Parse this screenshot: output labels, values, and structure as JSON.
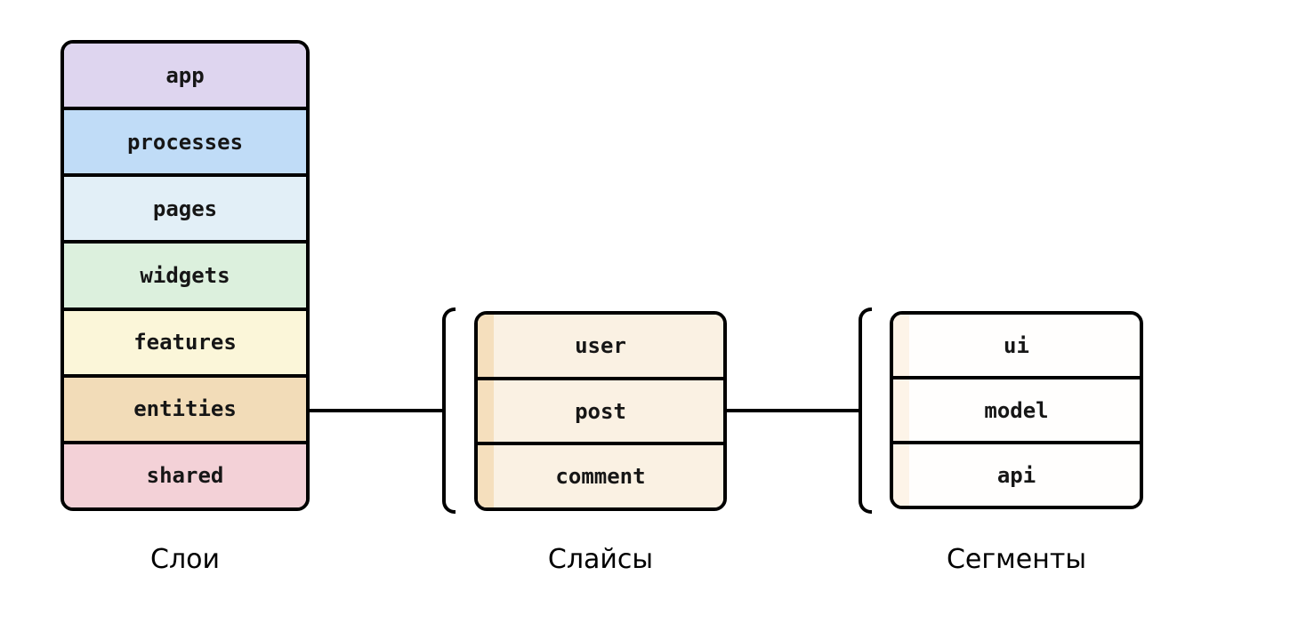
{
  "canvas": {
    "background": "#ffffff",
    "line_color": "#000000",
    "text_color": "#161616"
  },
  "layers": {
    "caption": "Слои",
    "items": [
      {
        "label": "app",
        "color": "#ded5ef"
      },
      {
        "label": "processes",
        "color": "#c0dcf7"
      },
      {
        "label": "pages",
        "color": "#e2eff7"
      },
      {
        "label": "widgets",
        "color": "#dcf0dd"
      },
      {
        "label": "features",
        "color": "#fbf6d9"
      },
      {
        "label": "entities",
        "color": "#f2dcb8"
      },
      {
        "label": "shared",
        "color": "#f3d1d7"
      }
    ]
  },
  "slices": {
    "caption": "Слайсы",
    "cell_color": "#faf1e3",
    "strip_color": "#f5dfbd",
    "items": [
      {
        "label": "user"
      },
      {
        "label": "post"
      },
      {
        "label": "comment"
      }
    ]
  },
  "segments": {
    "caption": "Сегменты",
    "cell_color": "#fffefd",
    "strip_color": "#fdf4e8",
    "items": [
      {
        "label": "ui"
      },
      {
        "label": "model"
      },
      {
        "label": "api"
      }
    ]
  }
}
